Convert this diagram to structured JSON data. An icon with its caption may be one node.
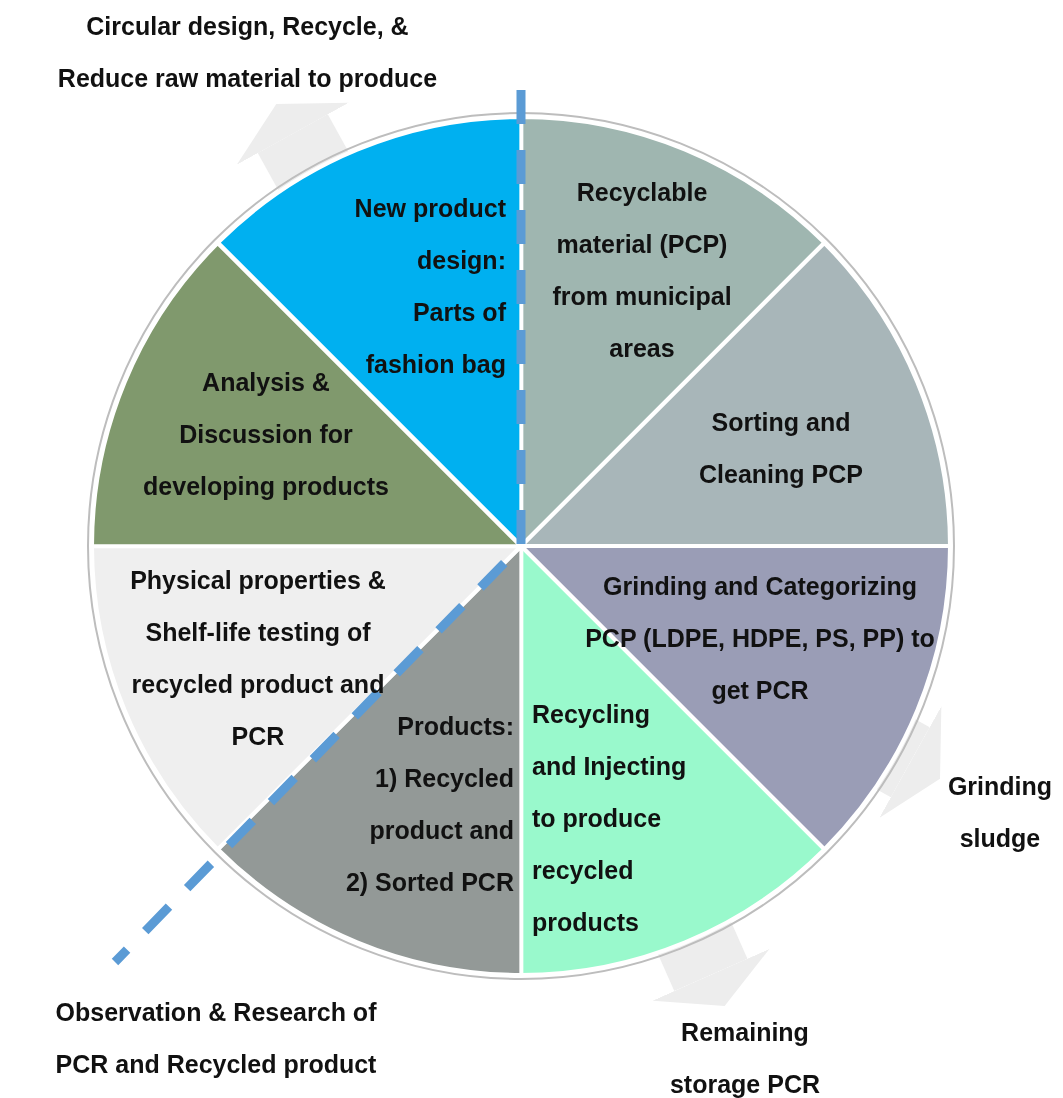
{
  "diagram": {
    "nodes": [
      {
        "text": [
          "Recyclable material (PCP) from municipal areas"
        ]
      },
      {
        "text": [
          "Sorting and Cleaning PCP"
        ]
      },
      {
        "text": [
          "Grinding and Categorizing PCP (LDPE, HDPE, PS, PP) to get PCR"
        ]
      },
      {
        "text": [
          "Recycling and Injecting to produce recycled products"
        ]
      },
      {
        "text": [
          "Products:",
          "1) Recycled product and",
          "2) Sorted PCR"
        ]
      },
      {
        "text": [
          "Physical properties & Shelf-life testing of recycled product and PCR"
        ]
      },
      {
        "text": [
          "Analysis & Discussion for developing products"
        ]
      },
      {
        "text": [
          "New product design: Parts of fashion bag"
        ]
      },
      {
        "text": [
          "Circular design, Recycle, & Reduce raw material to produce"
        ]
      },
      {
        "text": [
          "Grinding sludge"
        ]
      },
      {
        "text": [
          "Remaining storage PCR"
        ]
      }
    ],
    "edges": [
      {
        "from": 7,
        "to": 8,
        "arrow": "to"
      },
      {
        "from": 2,
        "to": 9,
        "arrow": "to"
      },
      {
        "from": 3,
        "to": 10,
        "arrow": "to"
      }
    ],
    "labels": [
      "Observation & Research of PCR and Recycled product"
    ]
  }
}
